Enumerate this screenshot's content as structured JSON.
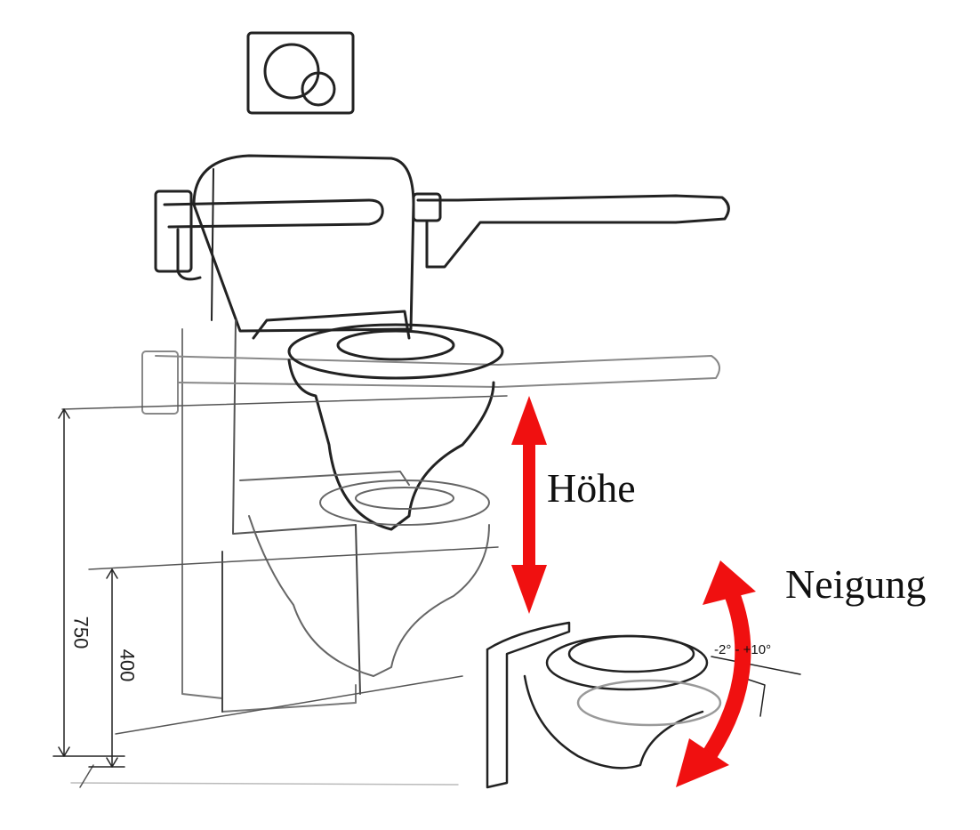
{
  "labels": {
    "height": "Höhe",
    "tilt": "Neigung",
    "tilt_range": "-2° - +10°"
  },
  "dimensions": {
    "total_height": "750",
    "seat_height": "400"
  },
  "colors": {
    "arrow": "#f01010",
    "line": "#222222"
  }
}
